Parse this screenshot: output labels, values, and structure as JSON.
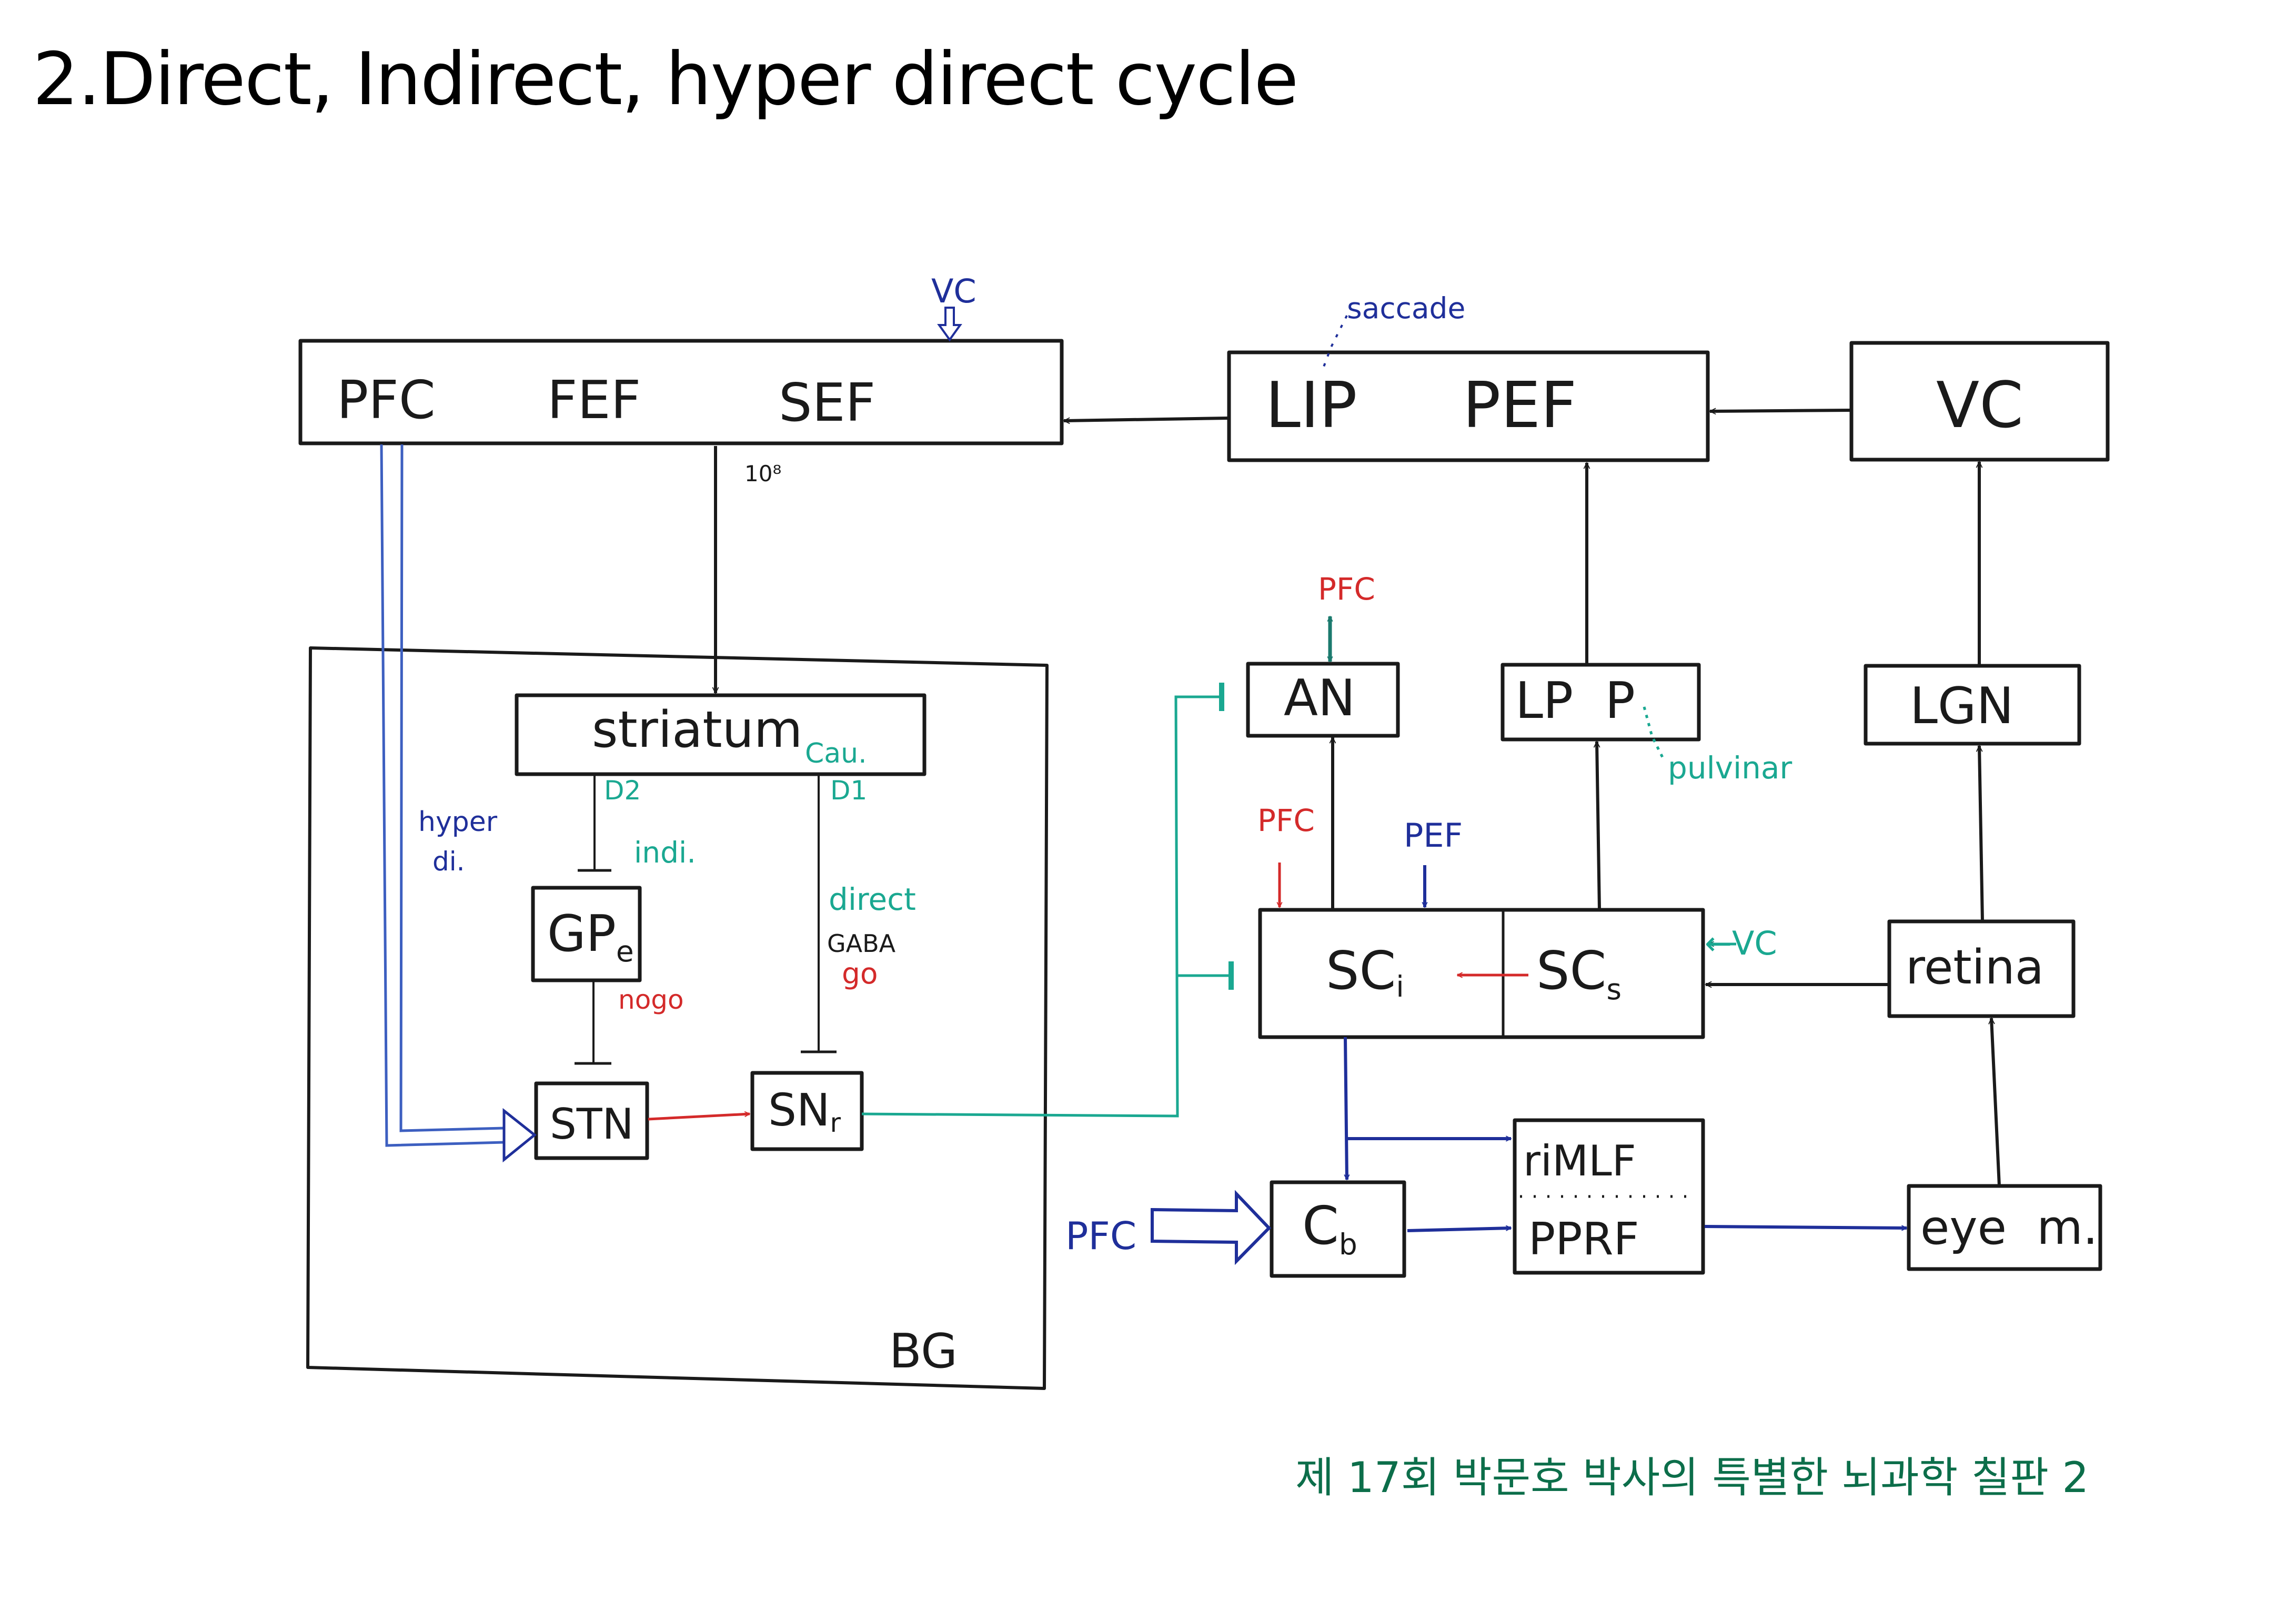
{
  "slide": {
    "title": "2.Direct, Indirect, hyper direct cycle",
    "footer": "제 17회 박문호 박사의 특별한 뇌과학 칠판 2"
  },
  "colors": {
    "ink": "#1a1a1a",
    "blue": "#1f2f9a",
    "light_blue": "#3d5fc0",
    "red": "#d42a2a",
    "teal": "#1aa891",
    "dark_teal": "#1b7a6e",
    "footer_green": "#0c6e4a"
  },
  "nodes": {
    "frontal": {
      "labels": [
        "PFC",
        "FEF",
        "SEF"
      ]
    },
    "lip_pef": {
      "labels": [
        "LIP",
        "PEF"
      ]
    },
    "vc": {
      "label": "VC"
    },
    "bg": {
      "label": "BG"
    },
    "striatum": {
      "label": "striatum",
      "sub": "Cau."
    },
    "gpe": {
      "label": "GP",
      "sub": "e"
    },
    "stn": {
      "label": "STN"
    },
    "snr": {
      "label": "SN",
      "sub": "r"
    },
    "an": {
      "label": "AN"
    },
    "lpp": {
      "label": "LP  P"
    },
    "lgn": {
      "label": "LGN"
    },
    "sci": {
      "label": "SC",
      "sub": "i"
    },
    "scs": {
      "label": "SC",
      "sub": "s"
    },
    "retina": {
      "label": "retina"
    },
    "cb": {
      "label": "C",
      "sub": "b"
    },
    "rimlf": {
      "label": "riMLF"
    },
    "pprf": {
      "label": "PPRF"
    },
    "eye": {
      "label": "eye  m."
    }
  },
  "annotations": {
    "vc_top": "VC",
    "saccade": "saccade",
    "fibers": "10⁸",
    "d2": "D2",
    "d1": "D1",
    "indi": "indi.",
    "direct": "direct",
    "gaba": "GABA",
    "go": "go",
    "nogo": "nogo",
    "hyper": "hyper",
    "di": "di.",
    "pfc_an": "PFC",
    "pfc_sc": "PFC",
    "pef_sc": "PEF",
    "vc_sc": "←VC",
    "pulvinar": "pulvinar",
    "pfc_cb": "PFC"
  }
}
